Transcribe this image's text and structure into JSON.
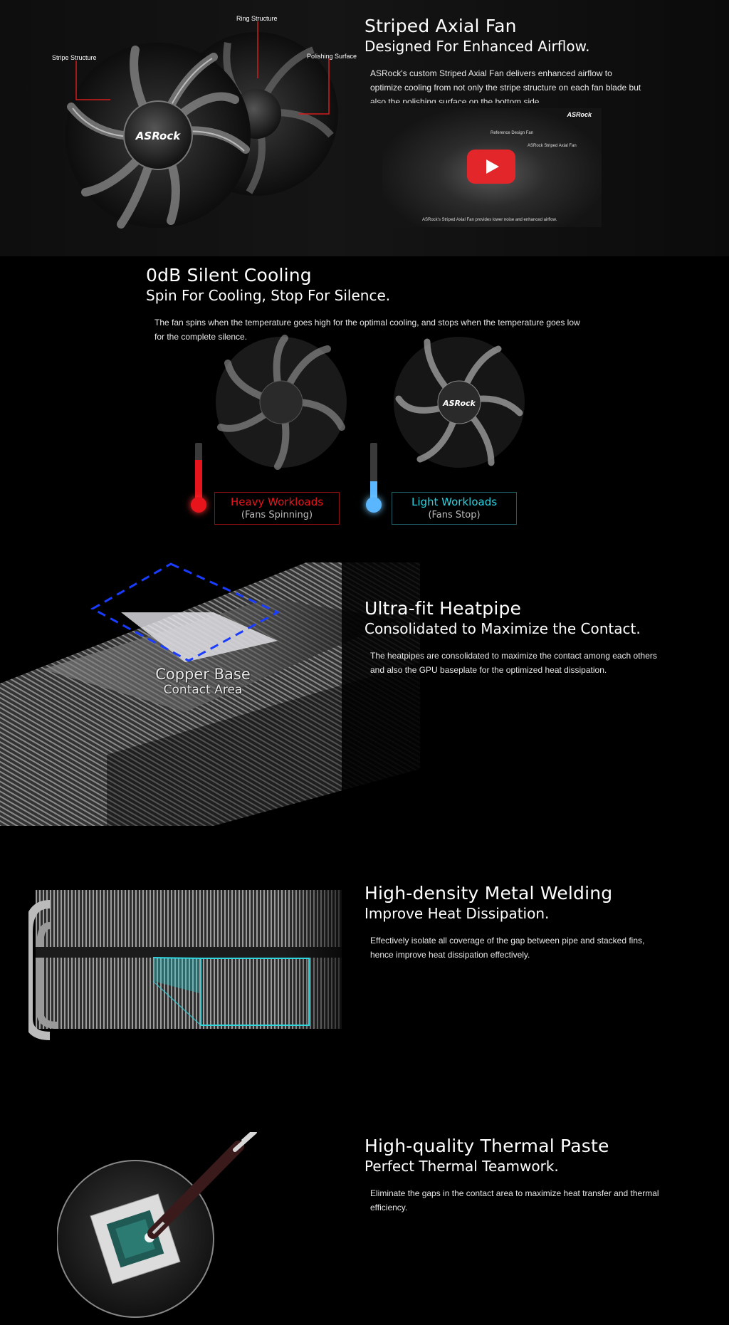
{
  "fan_section": {
    "title": "Striped Axial Fan",
    "subtitle": "Designed For Enhanced Airflow.",
    "description": "ASRock's custom Striped Axial Fan delivers enhanced airflow to optimize cooling from not only the stripe structure on each fan blade but also the polishing surface on the bottom side.",
    "callouts": {
      "ring": "Ring Structure",
      "stripe": "Stripe Structure",
      "polishing": "Polishing Surface"
    },
    "hub_logo": "ASRock",
    "video": {
      "brand": "ASRock",
      "label_reference": "Reference Design Fan",
      "label_asrock": "ASRock Striped Axial Fan",
      "caption": "ASRock's Striped Axial Fan provides lower noise and enhanced airflow."
    }
  },
  "silent_section": {
    "title": "0dB Silent Cooling",
    "subtitle": "Spin For Cooling, Stop For Silence.",
    "description": "The fan spins when the temperature goes high for the optimal cooling, and stops when the temperature goes low for the complete silence.",
    "heavy": {
      "title": "Heavy Workloads",
      "sub": "(Fans Spinning)",
      "color": "#e8141c"
    },
    "light": {
      "title": "Light Workloads",
      "sub": "(Fans Stop)",
      "color": "#26d3e0"
    },
    "hub_logo": "ASRock"
  },
  "heatpipe_section": {
    "title": "Ultra-fit Heatpipe",
    "subtitle": "Consolidated to Maximize the Contact.",
    "description": "The heatpipes are consolidated to maximize the contact among each others and also the GPU baseplate for the optimized heat dissipation.",
    "copper_line1": "Copper Base",
    "copper_line2": "Contact Area"
  },
  "welding_section": {
    "title": "High-density Metal Welding",
    "subtitle": "Improve Heat Dissipation.",
    "description": "Effectively isolate all coverage of the gap between pipe and stacked fins, hence improve heat dissipation effectively."
  },
  "paste_section": {
    "title": "High-quality Thermal Paste",
    "subtitle": "Perfect Thermal Teamwork.",
    "description": "Eliminate the gaps in the contact area to maximize heat transfer and thermal efficiency."
  }
}
